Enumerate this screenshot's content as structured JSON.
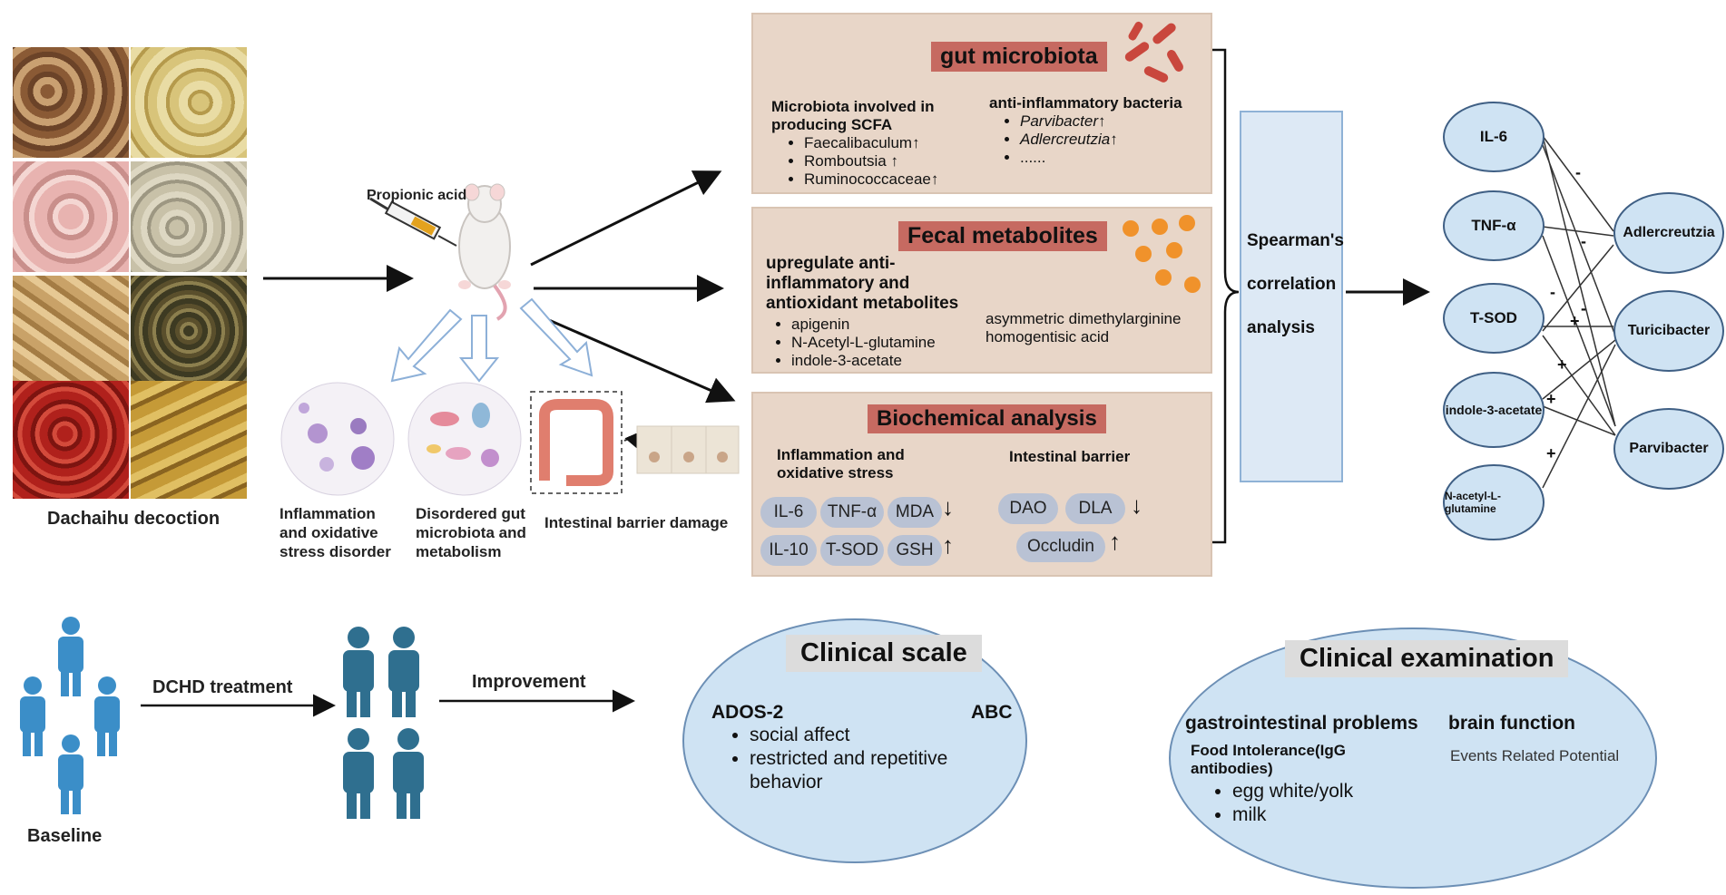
{
  "colors": {
    "panel": "#e8d6c8",
    "panel_title": "#c66a61",
    "node": "#cfe3f3",
    "node_border": "#3f5f84",
    "person": "#3b8ec8",
    "person_dark": "#2f6f8f",
    "orange_dots": "#f0922b",
    "red_bacteria": "#c9473d"
  },
  "left": {
    "dachaihu_label": "Dachaihu decoction",
    "propionic_label": "Propionic acid",
    "effect1": "Inflammation and oxidative stress disorder",
    "effect2": "Disordered gut microbiota and metabolism",
    "effect3": "Intestinal barrier damage"
  },
  "gut": {
    "title": "gut microbiota",
    "scfa_heading": "Microbiota involved in producing SCFA",
    "scfa_items": [
      "Faecalibaculum",
      "Romboutsia",
      "Ruminococcaceae"
    ],
    "anti_heading": "anti-inflammatory bacteria",
    "anti_items": [
      "Parvibacter",
      "Adlercreutzia",
      "......"
    ]
  },
  "fecal": {
    "title": "Fecal metabolites",
    "heading": "upregulate anti-inflammatory and antioxidant metabolites",
    "items": [
      "apigenin",
      "N-Acetyl-L-glutamine",
      "indole-3-acetate"
    ],
    "right_items": [
      "asymmetric dimethylarginine",
      "homogentisic acid"
    ]
  },
  "bio": {
    "title": "Biochemical analysis",
    "inflam_heading": "Inflammation and oxidative stress",
    "barrier_heading": "Intestinal barrier",
    "down_pills": [
      "IL-6",
      "TNF-α",
      "MDA"
    ],
    "up_pills": [
      "IL-10",
      "T-SOD",
      "GSH"
    ],
    "barrier_down": [
      "DAO",
      "DLA"
    ],
    "barrier_up": [
      "Occludin"
    ]
  },
  "arrows": {
    "up": "↑",
    "down": "↓"
  },
  "correlation": {
    "label": "Spearman's correlation analysis"
  },
  "network": {
    "left_nodes": [
      "IL-6",
      "TNF-α",
      "T-SOD",
      "indole-3-acetate",
      "N-acetyl-L-glutamine"
    ],
    "right_nodes": [
      "Adlercreutzia",
      "Turicibacter",
      "Parvibacter"
    ],
    "signs": [
      "-",
      "-",
      "-",
      "-",
      "+",
      "+",
      "+",
      "+"
    ]
  },
  "bottom": {
    "baseline": "Baseline",
    "treatment": "DCHD treatment",
    "improvement": "Improvement"
  },
  "clinical_scale": {
    "title": "Clinical scale",
    "ados": "ADOS-2",
    "abc": "ABC",
    "items": [
      "social affect",
      "restricted and repetitive behavior"
    ]
  },
  "clinical_exam": {
    "title": "Clinical examination",
    "gi": "gastrointestinal problems",
    "brain": "brain function",
    "food": "Food Intolerance(IgG antibodies)",
    "erp": "Events Related Potential",
    "items": [
      "egg white/yolk",
      "milk"
    ]
  }
}
